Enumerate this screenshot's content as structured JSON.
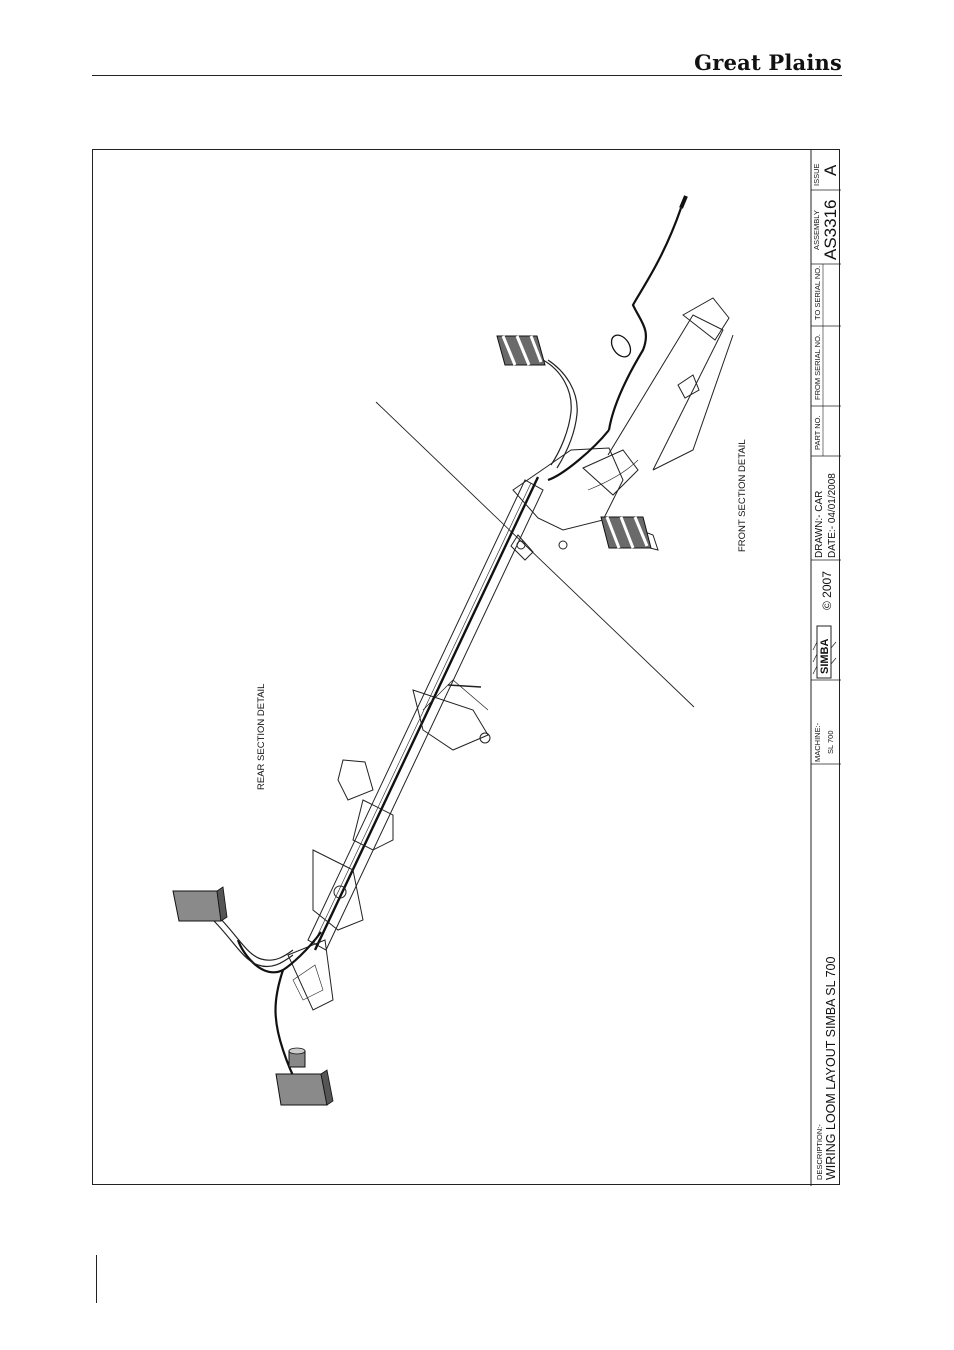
{
  "header": {
    "brand": "Great Plains"
  },
  "drawing": {
    "labels": {
      "rear": "REAR SECTION DETAIL",
      "front": "FRONT SECTION DETAIL"
    }
  },
  "title_block": {
    "description_label": "DESCRIPTION:-",
    "description": "WIRING LOOM LAYOUT SIMBA SL 700",
    "machine_label": "MACHINE:-",
    "machine": "SL 700",
    "logo": "SIMBA",
    "copyright": "© 2007",
    "drawn": "DRAWN:- CAR",
    "date": "DATE:- 04/01/2008",
    "part_no_label": "PART NO.",
    "from_serial_label": "FROM SERIAL NO.",
    "to_serial_label": "TO SERIAL NO.",
    "assembly_label": "ASSEMBLY",
    "assembly": "AS3316",
    "issue_label": "ISSUE",
    "issue": "A"
  }
}
